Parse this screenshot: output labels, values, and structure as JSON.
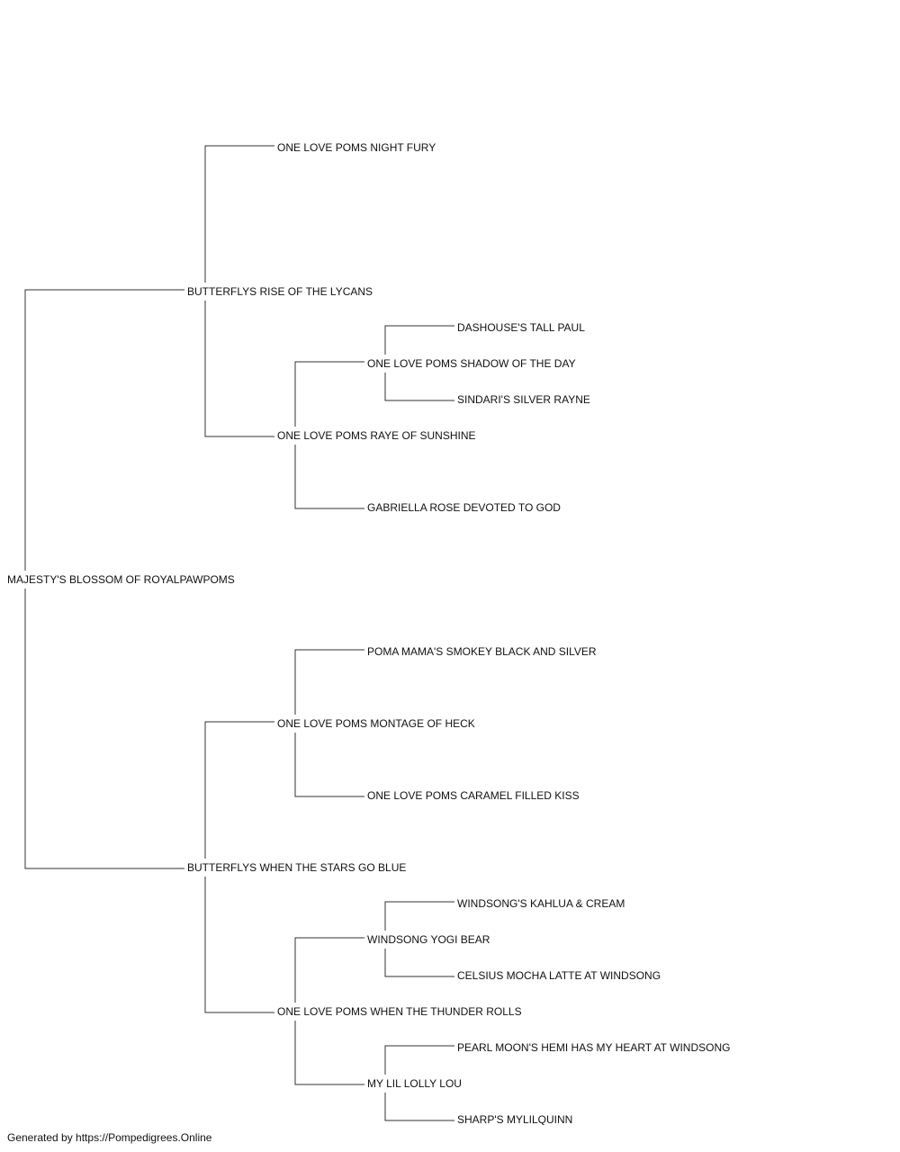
{
  "pedigree": {
    "subject": "MAJESTY'S BLOSSOM OF ROYALPAWPOMS",
    "sire": {
      "name": "BUTTERFLYS RISE OF THE LYCANS",
      "sire": {
        "name": "ONE LOVE POMS NIGHT FURY"
      },
      "dam": {
        "name": "ONE LOVE POMS RAYE OF SUNSHINE",
        "sire": {
          "name": "ONE LOVE POMS SHADOW OF THE DAY",
          "sire": {
            "name": "DASHOUSE'S TALL PAUL"
          },
          "dam": {
            "name": "SINDARI'S SILVER RAYNE"
          }
        },
        "dam": {
          "name": "GABRIELLA ROSE DEVOTED TO GOD"
        }
      }
    },
    "dam": {
      "name": "BUTTERFLYS WHEN THE STARS GO BLUE",
      "sire": {
        "name": "ONE LOVE POMS MONTAGE OF HECK",
        "sire": {
          "name": "POMA MAMA'S SMOKEY BLACK AND SILVER"
        },
        "dam": {
          "name": "ONE LOVE POMS CARAMEL FILLED KISS"
        }
      },
      "dam": {
        "name": "ONE LOVE POMS WHEN THE THUNDER ROLLS",
        "sire": {
          "name": "WINDSONG YOGI BEAR",
          "sire": {
            "name": "WINDSONG'S KAHLUA & CREAM"
          },
          "dam": {
            "name": "CELSIUS MOCHA LATTE AT WINDSONG"
          }
        },
        "dam": {
          "name": "MY LIL LOLLY LOU",
          "sire": {
            "name": "PEARL MOON'S HEMI HAS MY HEART AT WINDSONG"
          },
          "dam": {
            "name": "SHARP'S MYLILQUINN"
          }
        }
      }
    }
  },
  "footer": "Generated by https://Pompedigrees.Online",
  "colors": {
    "line": "#333333",
    "text": "#111111",
    "background": "#ffffff"
  }
}
